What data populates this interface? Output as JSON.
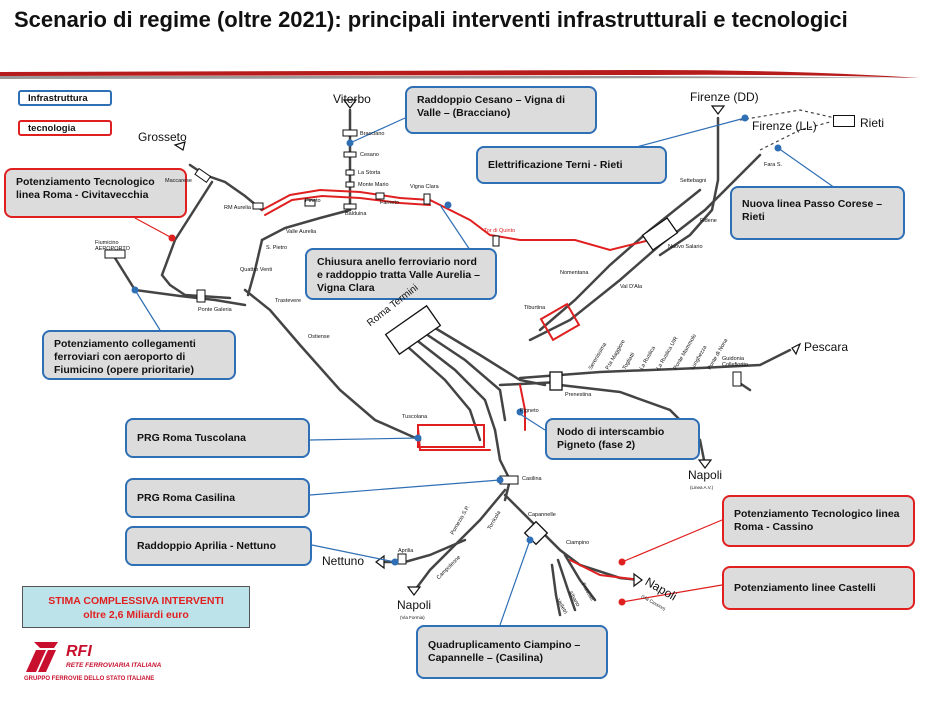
{
  "title": "Scenario di regime (oltre 2021):  principali interventi infrastrutturali e tecnologici",
  "legend": {
    "infra": "Infrastruttura",
    "tech": "tecnologia"
  },
  "colors": {
    "infra": "#2f6fb5",
    "tech": "#e02020",
    "line": "#444444",
    "red_line": "#e02020",
    "rfi": "#c8102e"
  },
  "boxes": {
    "cesano": "Raddoppio Cesano – Vigna di Valle – (Bracciano)",
    "civitavecchia": "Potenziamento Tecnologico linea Roma - Civitavecchia",
    "terni": "Elettrificazione Terni - Rieti",
    "passo_corese": "Nuova linea Passo Corese – Rieti",
    "anello": "Chiusura anello ferroviario nord e raddoppio tratta Valle Aurelia – Vigna Clara",
    "fiumicino": "Potenziamento collegamenti ferroviari con aeroporto di Fiumicino  (opere prioritarie)",
    "tuscolana": "PRG Roma Tuscolana",
    "pigneto": "Nodo di interscambio Pigneto (fase 2)",
    "casilina": "PRG Roma Casilina",
    "aprilia": "Raddoppio Aprilia - Nettuno",
    "cassino": "Potenziamento Tecnologico linea Roma - Cassino",
    "castelli": "Potenziamento  linee Castelli",
    "ciampino": "Quadruplicamento Ciampino – Capannelle – (Casilina)"
  },
  "stima": {
    "line1": "STIMA COMPLESSIVA INTERVENTI",
    "line2": "oltre 2,6 Miliardi euro"
  },
  "logo": {
    "name": "RFI",
    "sub": "RETE FERROVIARIA ITALIANA",
    "group": "GRUPPO FERROVIE DELLO STATO ITALIANE"
  },
  "cities": {
    "viterbo": "Viterbo",
    "grosseto": "Grosseto",
    "firenze_dd": "Firenze (DD)",
    "firenze_ll": "Firenze (LL)",
    "rieti": "Rieti",
    "pescara": "Pescara",
    "napoli_aa": "Napoli",
    "napoli_aa_sub": "(Linea A.V.)",
    "napoli_formia": "Napoli",
    "napoli_formia_sub": "(Via Formia)",
    "napoli_cassino": "Napoli",
    "napoli_cassino_sub": "(Via Cassino)",
    "nettuno": "Nettuno",
    "roma_termini": "Roma Termini"
  },
  "stations": {
    "bracciano": "Bracciano",
    "cesano": "Cesano",
    "la_storta": "La Storta",
    "monte_mario": "Monte Mario",
    "maccarese": "Maccarese",
    "rm_aurelia": "RM Aurelia",
    "pineto": "Pineto",
    "balduina": "Balduina",
    "farneto": "Farneto",
    "vigna_clara": "Vigna Clara",
    "valle_aurelia": "Valle Aurelia",
    "s_pietro": "S. Pietro",
    "quattro_venti": "Quattro Venti",
    "fiumicino": "Fiumicino AEROPORTO",
    "ponte_galeria": "Ponte Galeria",
    "trastevere": "Trastevere",
    "ostiense": "Ostiense",
    "tor_di_quinto": "Tor di Quinto",
    "nomentana": "Nomentana",
    "val_dala": "Val D'Ala",
    "tiburtina": "Tiburtina",
    "settebagni": "Settebagni",
    "fidene": "Fidene",
    "nuovo_salario": "Nuovo Salario",
    "fara_s": "Fara S.",
    "prenestina": "Prenestina",
    "pigneto": "Pigneto",
    "tuscolana": "Tuscolana",
    "casilina": "Casilina",
    "capannelle": "Capannelle",
    "ciampino": "Ciampino",
    "torricola": "Torricola",
    "pomezia": "Pomezia S.P.",
    "campoleone": "Campoleone",
    "aprilia": "Aprilia",
    "guidonia": "Guidonia Collefiorito",
    "frascati": "Frascati",
    "albano": "Albano",
    "velletri": "Velletri"
  },
  "east_stations": [
    "Serenissima",
    "P.ta Maggiore",
    "Togliatti",
    "La Rustica",
    "La Rustica UIR",
    "Ponte Mammolo",
    "Lunghezza",
    "Ponte di Nona"
  ]
}
